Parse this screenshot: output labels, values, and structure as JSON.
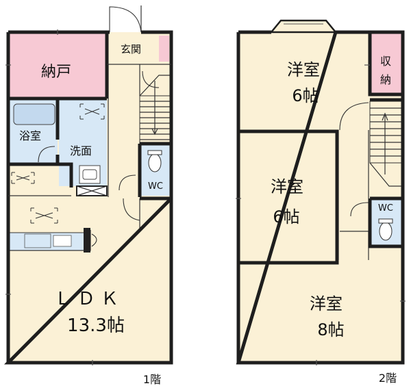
{
  "floor1": {
    "label": "1階",
    "rooms": {
      "storage": "納戸",
      "entrance": "玄関",
      "bath": "浴室",
      "washroom": "洗面",
      "toilet": "WC",
      "ldk_name": "ＬＤＫ",
      "ldk_size": "13.3帖"
    }
  },
  "floor2": {
    "label": "2階",
    "rooms": {
      "top_name": "洋室",
      "top_size": "6帖",
      "closet_1": "収",
      "closet_2": "納",
      "mid_name": "洋室",
      "mid_size": "6帖",
      "bottom_name": "洋室",
      "bottom_size": "8帖",
      "toilet": "WC"
    }
  },
  "colors": {
    "floor": "#fbf1d6",
    "storage": "#f7c9d4",
    "wet_area": "#d7e8f6",
    "wall": "#1e1e1e"
  }
}
